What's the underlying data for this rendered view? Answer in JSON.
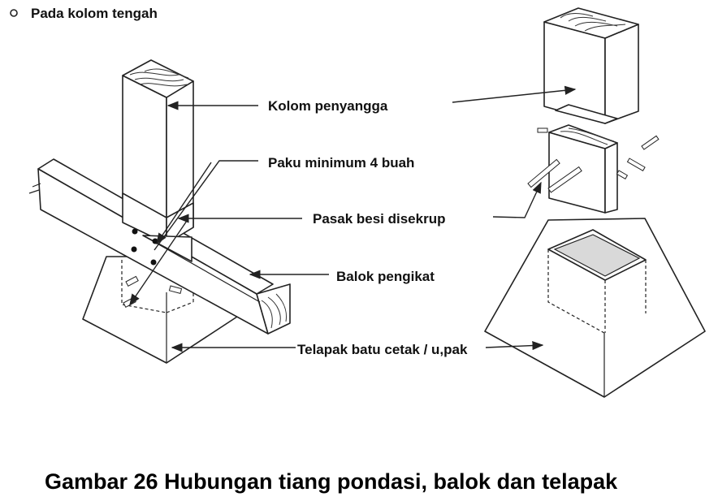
{
  "heading": "Pada kolom tengah",
  "labels": {
    "column": "Kolom penyangga",
    "nails": "Paku minimum 4 buah",
    "pin": "Pasak besi disekrup",
    "beam": "Balok pengikat",
    "footing": "Telapak batu cetak / u,pak"
  },
  "caption": "Gambar 26  Hubungan tiang pondasi, balok dan telapak"
}
